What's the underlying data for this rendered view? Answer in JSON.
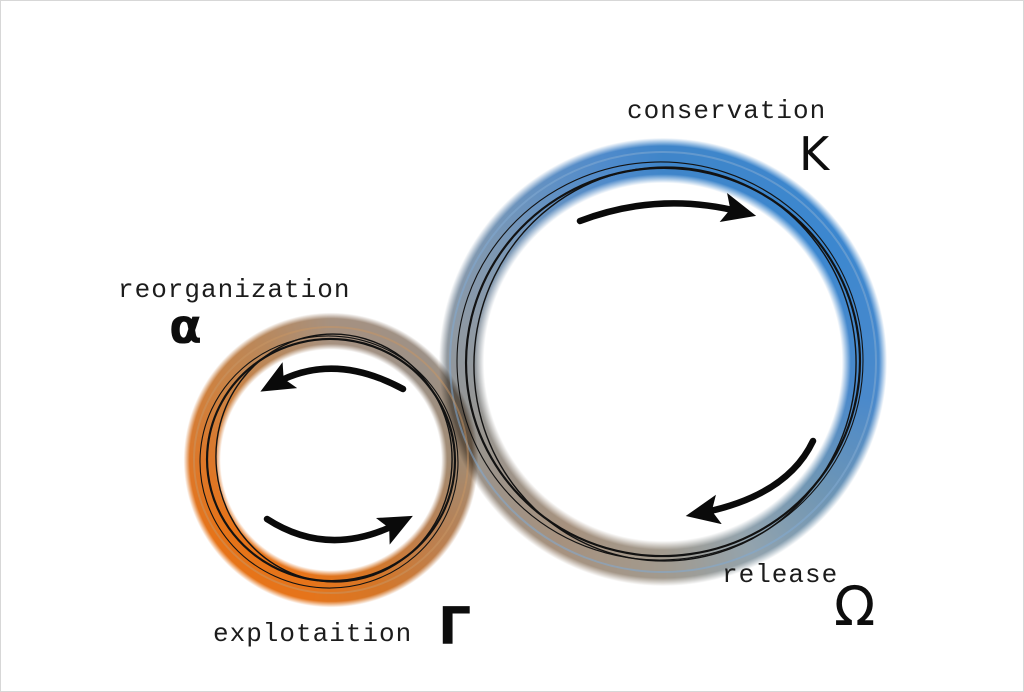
{
  "diagram": {
    "phases": {
      "conservation": {
        "label": "conservation",
        "symbol": "K"
      },
      "release": {
        "label": "release",
        "symbol": "Ω"
      },
      "reorganization": {
        "label": "reorganization",
        "symbol": "α"
      },
      "exploitation": {
        "label": "explotaition",
        "symbol": "Γ"
      }
    },
    "loops": {
      "big": {
        "color_start": "#3f85c9",
        "color_end": "#a29a8e",
        "direction": "clockwise"
      },
      "small": {
        "color_start": "#e6741a",
        "color_end": "#9c9187",
        "direction": "counterclockwise"
      }
    },
    "colors": {
      "conservation_blue": "#3f85c9",
      "exploitation_orange": "#e6741a",
      "release_gray": "#98948e",
      "arrow_black": "#0a0a0a",
      "label_text": "#1c1c1c",
      "background": "#ffffff"
    }
  }
}
